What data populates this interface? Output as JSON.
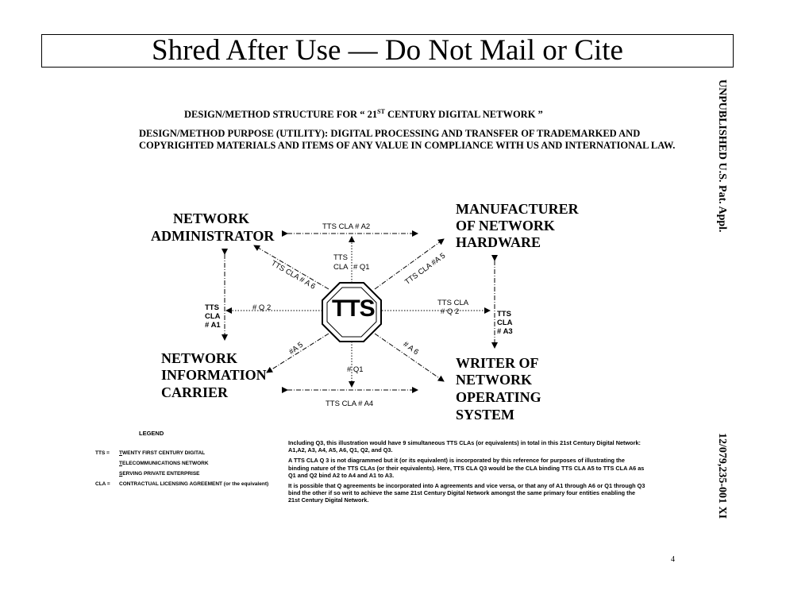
{
  "banner": "Shred After Use — Do Not Mail or Cite",
  "side_top": "UNPUBLISHED U.S. Pat. Appl.",
  "side_bottom": "12/079,235-001 XI",
  "title_prefix": "DESIGN/METHOD STRUCTURE FOR  “ 21",
  "title_sup": "ST",
  "title_suffix": " CENTURY DIGITAL NETWORK ”",
  "purpose_line1": "DESIGN/METHOD PURPOSE (UTILITY):  DIGITAL PROCESSING AND TRANSFER OF TRADEMARKED AND",
  "purpose_line2": "COPYRIGHTED MATERIALS AND ITEMS OF ANY VALUE IN COMPLIANCE WITH US AND INTERNATIONAL LAW.",
  "nodes": {
    "network_admin": [
      "NETWORK",
      "ADMINISTRATOR"
    ],
    "manufacturer": [
      "MANUFACTURER",
      "OF NETWORK",
      "HARDWARE"
    ],
    "info_carrier": [
      "NETWORK",
      "INFORMATION",
      "CARRIER"
    ],
    "os_writer": [
      "WRITER OF",
      "NETWORK",
      "OPERATING",
      "SYSTEM"
    ],
    "center": "TTS"
  },
  "labels": {
    "top_a2": "TTS CLA  # A2",
    "bottom_a4": "TTS CLA  # A4",
    "left_tts": "TTS",
    "left_cla": "CLA",
    "left_a1": "# A1",
    "right_tts": "TTS",
    "right_cla": "CLA",
    "right_a3": "# A3",
    "q1_top_tts": "TTS",
    "q1_top_cla": "CLA",
    "q1_top_num": "# Q1",
    "q1_bottom": "# Q1",
    "q2_left": "# Q 2",
    "q2_right_tts": "TTS CLA",
    "q2_right_num": "# Q 2",
    "a6_upper": "TTS CLA # A 6",
    "a5_upper": "TTS CLA #A 5",
    "a5_lower": "#A 5",
    "a6_lower": "# A 6"
  },
  "legend": {
    "title": "LEGEND",
    "tts_key": "TTS =",
    "tts_lines": [
      "TWENTY FIRST CENTURY DIGITAL",
      "TELECOMMUNICATIONS NETWORK",
      "SERVING PRIVATE ENTERPRISE"
    ],
    "cla_key": "CLA =",
    "cla_line": "CONTRACTUAL LICENSING AGREEMENT (or the equivalent)"
  },
  "notes": [
    "Including Q3, this illustration would have 9 simultaneous TTS CLAs (or equivalents) in total in this 21st Century Digital Network: A1,A2, A3, A4, A5, A6, Q1, Q2, and  Q3.",
    "A TTS CLA Q 3 is not  diagrammed but it (or its equivalent) is incorporated by this reference for purposes of illustrating the binding nature of the TTS CLAs (or their equivalents). Here, TTS CLA Q3 would be the CLA binding TTS CLA A5 to TTS CLA A6 as Q1 and Q2 bind A2 to A4 and A1 to A3.",
    "It is possible that Q agreements be incorporated into A agreements and vice versa, or that any of A1 through A6 or Q1 through Q3 bind the other if so writ to achieve the same 21st Century Digital Network amongst the same primary four entities enabling the  21st Century Digital Network."
  ],
  "page_number": "4"
}
